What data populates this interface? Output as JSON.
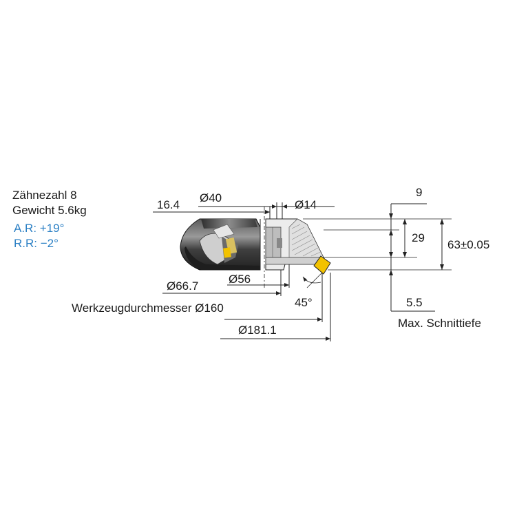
{
  "colors": {
    "text": "#1a1a1a",
    "accent_blue": "#2a7fc4",
    "insert_yellow": "#f2c200",
    "body_dark": "#3a3a3a",
    "body_mid": "#8a8a8a",
    "body_light": "#d4d4d4"
  },
  "specs": {
    "teeth": "Zähnezahl 8",
    "weight": "Gewicht 5.6kg",
    "axial_rake": "A.R: +19°",
    "radial_rake": "R.R: −2°"
  },
  "dimensions": {
    "flange_width": "16.4",
    "bore": "Ø40",
    "keyway": "Ø14",
    "insert_step": "9",
    "body_height": "29",
    "total_height": "63±0.05",
    "hub_dia": "Ø66.7",
    "face_dia": "Ø56",
    "angle": "45°",
    "tool_dia_label": "Werkzeugdurchmesser Ø160",
    "max_dia": "Ø181.1",
    "depth": "5.5",
    "depth_label": "Max. Schnittiefe"
  },
  "icons": {
    "cutter": "face-milling-cutter-icon",
    "insert": "cutting-insert-icon"
  }
}
